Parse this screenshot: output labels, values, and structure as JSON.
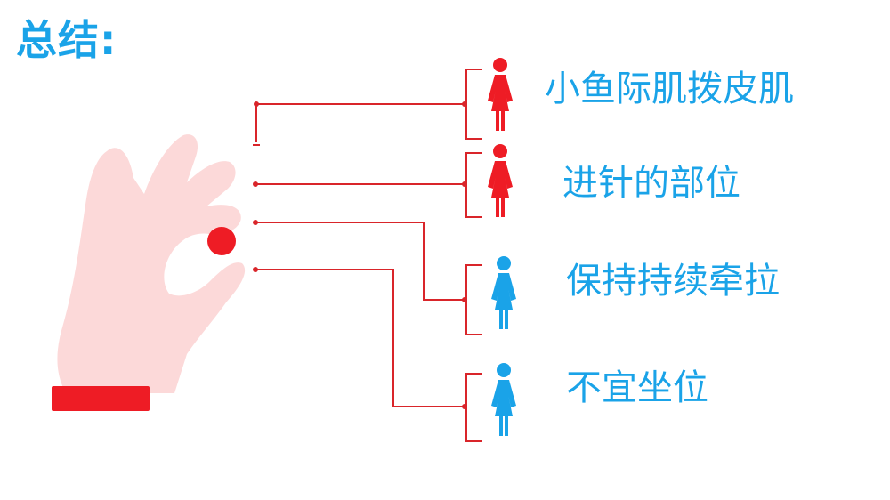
{
  "title": "总结:",
  "colors": {
    "title": "#1aa3e8",
    "label": "#1aa3e8",
    "line_red": "#d9252a",
    "hand_fill": "#fcd9d9",
    "cuff": "#ee1c25",
    "point": "#ee1c25",
    "figure_red": "#ee1c25",
    "figure_blue": "#1aa3e8"
  },
  "items": [
    {
      "label": "小鱼际肌拨皮肌",
      "icon": "woman-icon",
      "icon_color": "red"
    },
    {
      "label": "进针的部位",
      "icon": "woman-icon",
      "icon_color": "red"
    },
    {
      "label": "保持持续牵拉",
      "icon": "woman-icon",
      "icon_color": "blue"
    },
    {
      "label": "不宜坐位",
      "icon": "woman-icon",
      "icon_color": "blue"
    }
  ]
}
